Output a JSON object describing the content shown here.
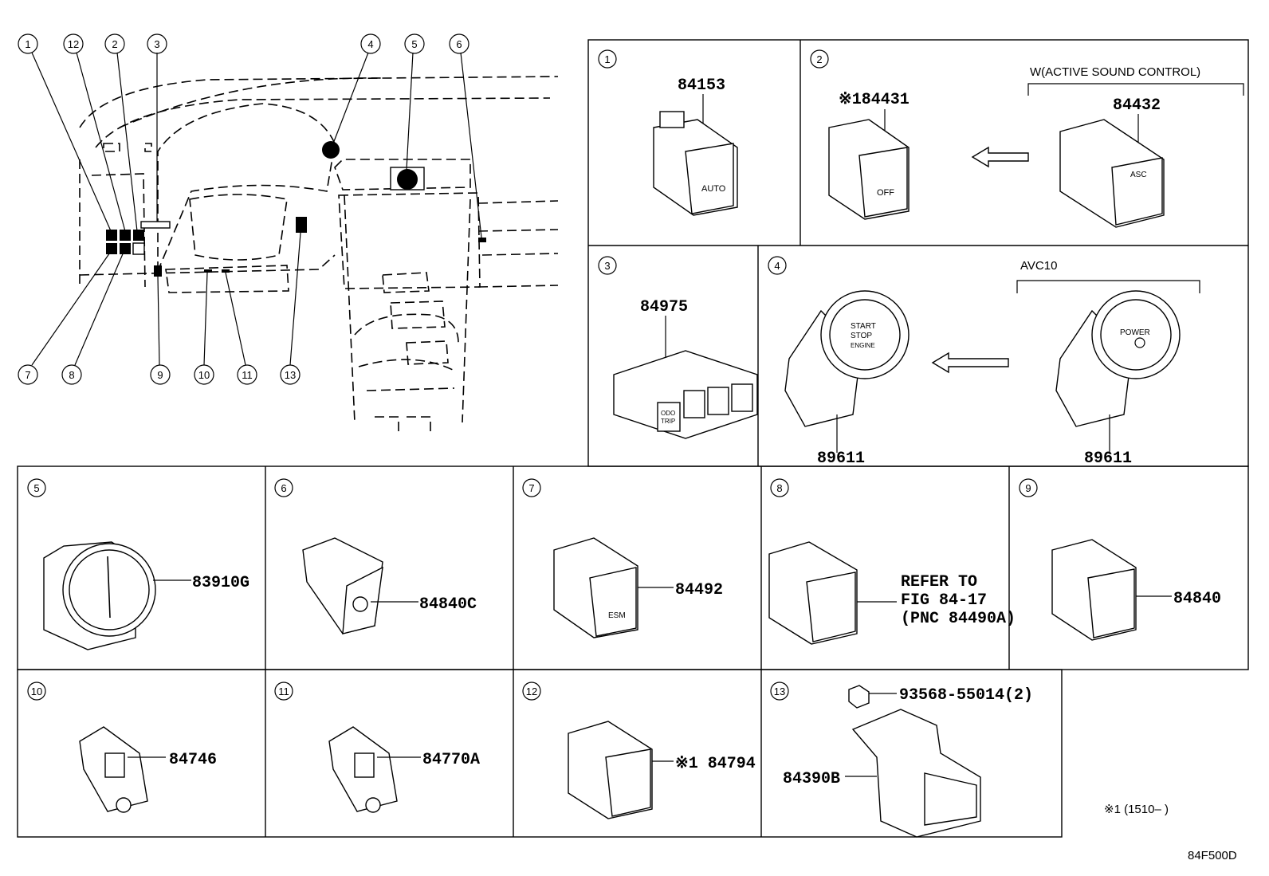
{
  "overview": {
    "callouts": [
      "1",
      "12",
      "2",
      "3",
      "4",
      "5",
      "6",
      "7",
      "8",
      "9",
      "10",
      "11",
      "13"
    ]
  },
  "panels": [
    {
      "id": "1",
      "parts": [
        "84153"
      ],
      "button_text": [
        "AUTO"
      ]
    },
    {
      "id": "2",
      "header": "W(ACTIVE SOUND CONTROL)",
      "parts": [
        "※184431",
        "84432"
      ],
      "button_text": [
        "OFF",
        "ASC"
      ]
    },
    {
      "id": "3",
      "parts": [
        "84975"
      ],
      "button_text": [
        "ODO",
        "TRIP"
      ]
    },
    {
      "id": "4",
      "header": "AVC10",
      "parts": [
        "89611",
        "89611"
      ],
      "button_text": [
        "START",
        "STOP",
        "ENGINE",
        "POWER"
      ]
    },
    {
      "id": "5",
      "parts": [
        "83910G"
      ]
    },
    {
      "id": "6",
      "parts": [
        "84840C"
      ]
    },
    {
      "id": "7",
      "parts": [
        "84492"
      ],
      "button_text": [
        "ESM"
      ]
    },
    {
      "id": "8",
      "refer": [
        "REFER TO",
        "FIG 84-17",
        "(PNC 84490A)"
      ]
    },
    {
      "id": "9",
      "parts": [
        "84840"
      ]
    },
    {
      "id": "10",
      "parts": [
        "84746"
      ]
    },
    {
      "id": "11",
      "parts": [
        "84770A"
      ]
    },
    {
      "id": "12",
      "parts": [
        "※1 84794"
      ]
    },
    {
      "id": "13",
      "parts": [
        "93568-55014(2)",
        "84390B"
      ]
    }
  ],
  "footnote": "※1 (1510–      )",
  "diagram_code": "84F500D"
}
